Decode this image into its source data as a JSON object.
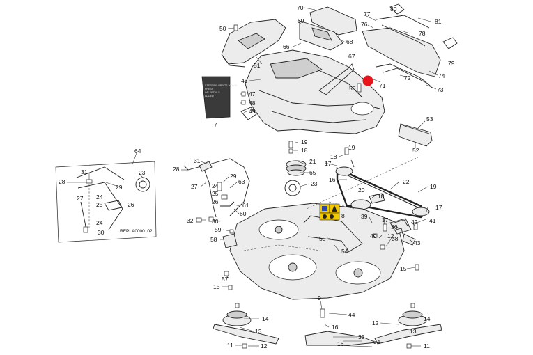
{
  "diagram": {
    "decal_text": [
      "STEERING PRINTS 2000 IN",
      "PRESS",
      "WE DETAILS",
      "ADDED"
    ],
    "inset_code": "REPLA0000102",
    "highlight_color": "#e8141c",
    "labels": {
      "l80": "80",
      "l70": "70",
      "l77": "77",
      "l81": "81",
      "l50a": "50",
      "l69": "69",
      "l76": "76",
      "l78": "78",
      "l68": "68",
      "l66": "66",
      "l67": "67",
      "l79": "79",
      "l51": "51",
      "l74": "74",
      "l46": "46",
      "l72": "72",
      "l50b": "50",
      "l71": "71",
      "l73": "73",
      "l47": "47",
      "l48": "48",
      "l49": "49",
      "l7": "7",
      "l53": "53",
      "l52": "52",
      "l19a": "19",
      "l18a": "18",
      "l64": "64",
      "l31a": "31",
      "l19b": "19",
      "l18b": "18",
      "l21": "21",
      "l17a": "17",
      "l65": "65",
      "l28a": "28",
      "l23a": "23",
      "l31b": "31",
      "l28b": "28",
      "l29a": "29",
      "l63": "63",
      "l23b": "23",
      "l16a": "16",
      "l22": "22",
      "l27a": "27",
      "l29b": "29",
      "l27b": "27",
      "l24a": "24",
      "l25a": "25",
      "l26a": "26",
      "l24b": "24",
      "l25b": "25",
      "l20": "20",
      "l19c": "19",
      "l18c": "18",
      "l26b": "26",
      "l61": "61",
      "l17b": "17",
      "l60": "60",
      "l24c": "24",
      "l30a": "30",
      "l32": "32",
      "l30b": "30",
      "l58": "58",
      "l59": "59",
      "l39": "39",
      "l37": "37",
      "l42": "42",
      "l41": "41",
      "l36": "36",
      "l12a": "12",
      "l40": "40",
      "l38": "38",
      "l43": "43",
      "l55": "55",
      "l54": "54",
      "l57": "57",
      "l15a": "15",
      "l15b": "15",
      "l9": "9",
      "l14a": "14",
      "l44": "44",
      "l14b": "14",
      "l13a": "13",
      "l16b": "16",
      "l12b": "12",
      "l35": "35",
      "l11a": "11",
      "l13b": "13",
      "l11b": "11",
      "l34": "34",
      "l12c": "12",
      "l8": "8",
      "l16c": "16"
    }
  }
}
